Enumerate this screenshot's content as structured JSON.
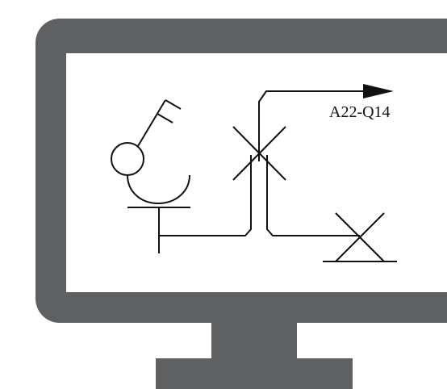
{
  "monitor": {
    "frame_color": "#5f6062",
    "screen_color": "#ffffff",
    "icon": "monitor-icon"
  },
  "schematic": {
    "stroke_color": "#111111",
    "symbols": [
      "microscope-icon",
      "crossed-lines-symbol",
      "valve-symbol",
      "arrow-icon"
    ],
    "output_label": "A22-Q14"
  }
}
